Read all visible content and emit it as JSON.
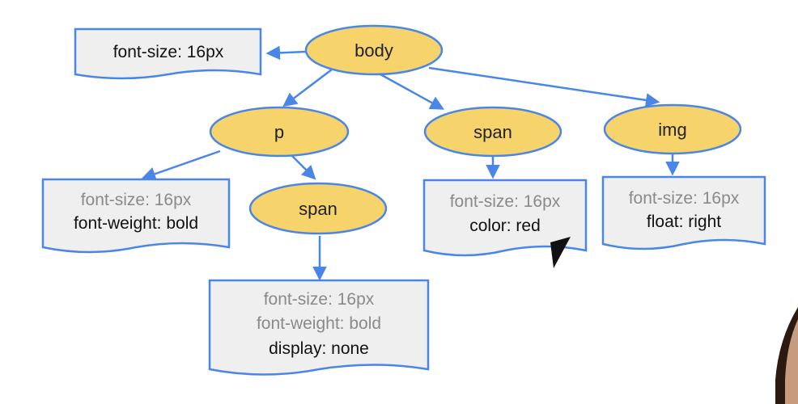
{
  "colors": {
    "node_fill": "#F6D36B",
    "node_stroke": "#4A86E8",
    "edge": "#4A86E8",
    "box_fill": "#EFEFEF",
    "box_stroke": "#4A86E8",
    "inherited_text": "#8a8a8a",
    "own_text": "#111111"
  },
  "nodes": {
    "body": "body",
    "p": "p",
    "span_p": "span",
    "span": "span",
    "img": "img"
  },
  "boxes": {
    "body_style": [
      "font-size: 16px"
    ],
    "p_style": [
      "font-size: 16px",
      "font-weight: bold"
    ],
    "span_p_style": [
      "font-size: 16px",
      "font-weight: bold",
      "display: none"
    ],
    "span_style": [
      "font-size: 16px",
      "color: red"
    ],
    "img_style": [
      "font-size: 16px",
      "float: right"
    ]
  },
  "inherited": {
    "body_style": [
      false
    ],
    "p_style": [
      true,
      false
    ],
    "span_p_style": [
      true,
      true,
      false
    ],
    "span_style": [
      true,
      false
    ],
    "img_style": [
      true,
      false
    ]
  }
}
